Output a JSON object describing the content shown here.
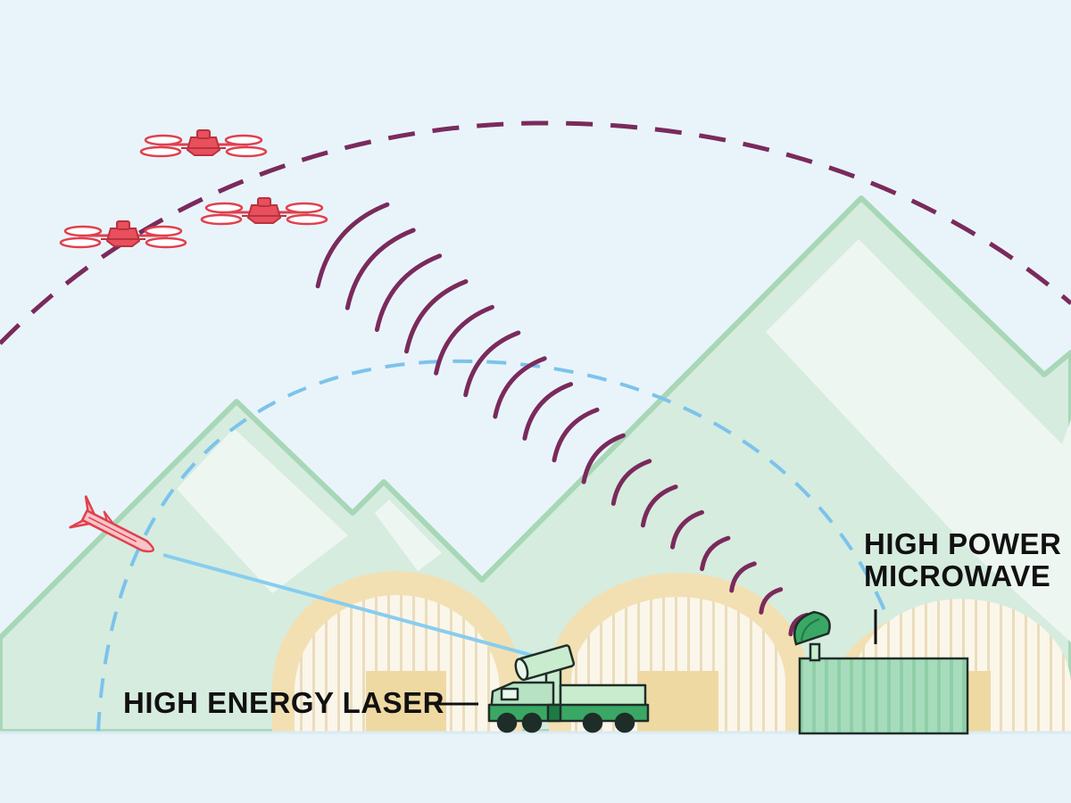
{
  "labels": {
    "laser": "HIGH ENERGY LASER",
    "microwave_line1": "HIGH POWER",
    "microwave_line2": "MICROWAVE"
  },
  "icons": [
    "drone-icon",
    "missile-icon",
    "laser-truck-icon",
    "microwave-container-icon",
    "hangar-icon",
    "mountain-icon"
  ],
  "colors": {
    "sky": "#e9f4fa",
    "ground": "#e7f3f8",
    "mountain_fill": "#d6ecdf",
    "mountain_stroke": "#a8d7b7",
    "mountain_snow": "#eef6f2",
    "hangar_arch": "#f2e0b3",
    "hangar_inner": "#fbf6ea",
    "hangar_stripe": "#e9dcc0",
    "hangar_door": "#efd9a3",
    "threat": "#e0404e",
    "microwave_range": "#7a2a5c",
    "laser_range": "#7cc3ec",
    "laser_beam": "#87cdef",
    "vehicle": "#9fd8b6",
    "vehicle_dark": "#2e8b57",
    "outline": "#1f2d28"
  }
}
